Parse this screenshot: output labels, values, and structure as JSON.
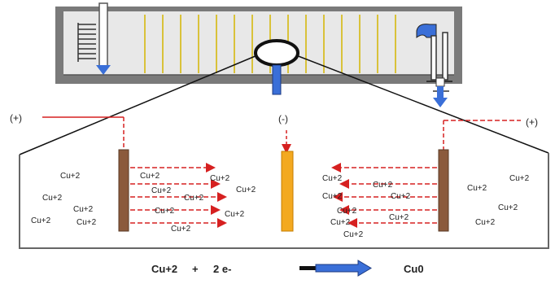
{
  "colors": {
    "tank_fill": "#d9d9d9",
    "tank_frame": "#7a7a7a",
    "electrode_cathode": "#f3a920",
    "electrode_anode": "#8b5a3c",
    "arrow_red": "#d62020",
    "flow_blue": "#3a6fd8",
    "plate_yellow": "#d9c23a"
  },
  "icons": {
    "tank": "electroplating-tank-icon",
    "magnifier": "magnifier-icon",
    "pump": "pump-valve-icon"
  },
  "labels": {
    "anode_left": "(+)",
    "cathode": "(-)",
    "anode_right": "(+)"
  },
  "ions": {
    "left_anode_side": [
      "Cu+2",
      "Cu+2",
      "Cu+2",
      "Cu+2",
      "Cu+2"
    ],
    "left_migrating": [
      "Cu+2",
      "Cu+2",
      "Cu+2",
      "Cu+2",
      "Cu+2",
      "Cu+2",
      "Cu+2",
      "Cu+2"
    ],
    "right_migrating": [
      "Cu+2",
      "Cu+2",
      "Cu+2",
      "Cu+2",
      "Cu+2",
      "Cu+2",
      "Cu+2",
      "Cu+2"
    ],
    "right_anode_side": [
      "Cu+2",
      "Cu+2",
      "Cu+2",
      "Cu+2"
    ]
  },
  "equation": {
    "reactant": "Cu+2",
    "plus": "+",
    "electrons": "2 e-",
    "product": "Cu0"
  }
}
